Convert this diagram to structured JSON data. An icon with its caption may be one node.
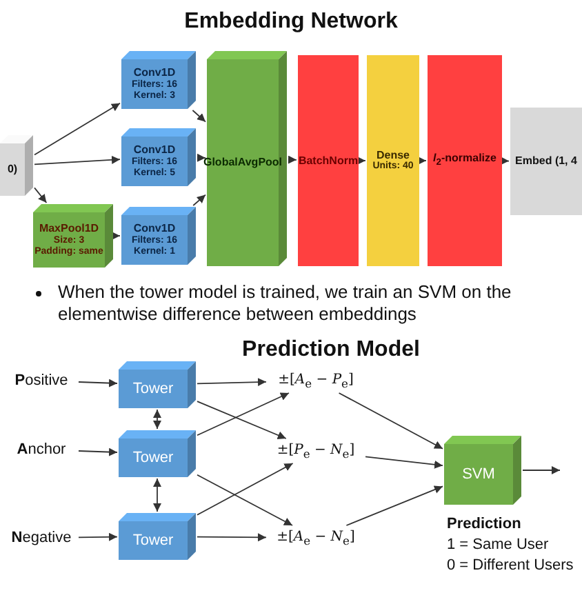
{
  "diagram": {
    "nodes": [
      {
        "text": [
          "0)"
        ]
      },
      {
        "text": [
          "Conv1D",
          "Filters: 16 Kernel: 3"
        ]
      },
      {
        "text": [
          "Conv1D",
          "Filters: 16 Kernel: 5"
        ]
      },
      {
        "text": [
          "MaxPool1D",
          "Size: 3 Padding: same"
        ]
      },
      {
        "text": [
          "Conv1D",
          "Filters: 16 Kernel: 1"
        ]
      },
      {
        "text": [
          "GlobalAvgPool"
        ]
      },
      {
        "text": [
          "BatchNorm"
        ]
      },
      {
        "text": [
          "Dense",
          "Units: 40"
        ]
      },
      {
        "text": [
          "*l*$_{2}$-normalize"
        ]
      },
      {
        "text": [
          "Embed (1, 4"
        ]
      },
      {
        "text": [
          "**P**ositive"
        ]
      },
      {
        "text": [
          "**A**nchor"
        ]
      },
      {
        "text": [
          "**N**egative"
        ]
      },
      {
        "text": [
          "Tower"
        ]
      },
      {
        "text": [
          "Tower"
        ]
      },
      {
        "text": [
          "Tower"
        ]
      },
      {
        "text": [
          "±[*A*$_{e}$ − *P*$_{e}$]"
        ]
      },
      {
        "text": [
          "±[*P*$_{e}$ − *N*$_{e}$]"
        ]
      },
      {
        "text": [
          "±[*A*$_{e}$ − *N*$_{e}$]"
        ]
      },
      {
        "text": [
          "SVM"
        ],
        "beside": [
          "Prediction",
          "1 = Same User",
          "0 = Different Users"
        ]
      }
    ],
    "edges": [
      {
        "from": 0,
        "to": 1,
        "arrow": "to"
      },
      {
        "from": 0,
        "to": 2,
        "arrow": "to"
      },
      {
        "from": 0,
        "to": 3,
        "arrow": "to"
      },
      {
        "from": 3,
        "to": 4,
        "arrow": "to"
      },
      {
        "from": 1,
        "to": 5,
        "arrow": "to"
      },
      {
        "from": 2,
        "to": 5,
        "arrow": "to"
      },
      {
        "from": 4,
        "to": 5,
        "arrow": "to"
      },
      {
        "from": 5,
        "to": 6,
        "arrow": "to"
      },
      {
        "from": 6,
        "to": 7,
        "arrow": "to"
      },
      {
        "from": 7,
        "to": 8,
        "arrow": "to"
      },
      {
        "from": 8,
        "to": 9,
        "arrow": "to"
      },
      {
        "from": 10,
        "to": 13,
        "arrow": "to"
      },
      {
        "from": 11,
        "to": 14,
        "arrow": "to"
      },
      {
        "from": 12,
        "to": 15,
        "arrow": "to"
      },
      {
        "from": 13,
        "to": 14,
        "arrow": "both"
      },
      {
        "from": 14,
        "to": 15,
        "arrow": "both"
      },
      {
        "from": 13,
        "to": 16,
        "arrow": "to"
      },
      {
        "from": 13,
        "to": 17,
        "arrow": "to"
      },
      {
        "from": 14,
        "to": 16,
        "arrow": "to"
      },
      {
        "from": 14,
        "to": 18,
        "arrow": "to"
      },
      {
        "from": 15,
        "to": 17,
        "arrow": "to"
      },
      {
        "from": 15,
        "to": 18,
        "arrow": "to"
      },
      {
        "from": 16,
        "to": 19,
        "arrow": "to"
      },
      {
        "from": 17,
        "to": 19,
        "arrow": "to"
      },
      {
        "from": 18,
        "to": 19,
        "arrow": "to"
      },
      {
        "from": 19,
        "to": null,
        "arrow": "to"
      }
    ],
    "labels": [
      "Embedding Network",
      "When the tower model is trained, we train an SVM on the elementwise difference between embeddings",
      "Prediction Model"
    ]
  }
}
